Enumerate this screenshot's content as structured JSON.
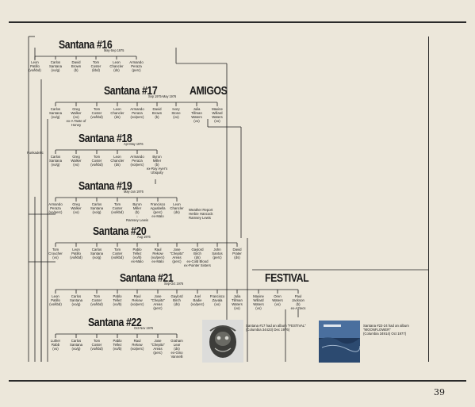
{
  "page_number": "39",
  "line_up_16": {
    "title": "Santana #16",
    "date": "May-Sep 1975",
    "members": [
      [
        "Leon",
        "Patillo",
        "(vo/kbd)"
      ],
      [
        "Carlos",
        "Santana",
        "(vo/g)"
      ],
      [
        "David",
        "Brown",
        "(b)"
      ],
      [
        "Tom",
        "Coster",
        "(kbd)"
      ],
      [
        "Leon",
        "Chancler",
        "(ds)"
      ],
      [
        "Armando",
        "Peraza",
        "(perc)"
      ]
    ]
  },
  "line_up_17": {
    "title": "Santana #17",
    "date": "Sep 1975-May 1976",
    "side_title": "AMIGOS",
    "members": [
      [
        "Carlos",
        "Santana",
        "(vo/g)"
      ],
      [
        "Greg",
        "Walker",
        "(vo)",
        "ex-A Taste of",
        "Honey"
      ],
      [
        "Tom",
        "Coster",
        "(vo/kbd)"
      ],
      [
        "Leon",
        "Chancler",
        "(ds)"
      ],
      [
        "Armando",
        "Peraza",
        "(vo/perc)"
      ],
      [
        "David",
        "Brown",
        "(b)"
      ],
      [
        "Ivory",
        "Stone",
        "(vo)"
      ],
      [
        "Julia",
        "Tillman",
        "Waters",
        "(vo)"
      ],
      [
        "Maxine",
        "Willard",
        "Waters",
        "(vo)"
      ]
    ]
  },
  "side_label": "Funkadelic",
  "line_up_18": {
    "title": "Santana #18",
    "date": "Apr-May 1976",
    "members": [
      [
        "Carlos",
        "Santana",
        "(vo/g)"
      ],
      [
        "Greg",
        "Walker",
        "(vo)"
      ],
      [
        "Tom",
        "Coster",
        "(vo/kbd)"
      ],
      [
        "Leon",
        "Chancler",
        "(ds)"
      ],
      [
        "Armando",
        "Peraza",
        "(vo/perc)"
      ],
      [
        "Byron",
        "Miller",
        "(b)",
        "ex-Roy Ayer's",
        "Ubiquity"
      ]
    ]
  },
  "line_up_19": {
    "title": "Santana #19",
    "date": "May-Jun 1976",
    "members": [
      [
        "Armando",
        "Peraza",
        "(vo/perc)"
      ],
      [
        "Greg",
        "Walker",
        "(vo)"
      ],
      [
        "Carlos",
        "Santana",
        "(vo/g)"
      ],
      [
        "Tom",
        "Coster",
        "(vo/kbd)"
      ],
      [
        "Byron",
        "Miller",
        "(b)",
        "↓",
        "Ramsey Lewis"
      ],
      [
        "Francisco",
        "Aguabella",
        "(perc)",
        "ex-Malo"
      ],
      [
        "Leon",
        "Chancler",
        "(ds)"
      ]
    ],
    "note": [
      "Weather Report",
      "Herbie Hancock",
      "Ramsey Lewis"
    ]
  },
  "line_up_20": {
    "title": "Santana #20",
    "date": "Aug 1976",
    "members": [
      [
        "Tom",
        "Croucher",
        "(vo)"
      ],
      [
        "Leon",
        "Patillo",
        "(vo/kbd)"
      ],
      [
        "Carlos",
        "Santana",
        "(vo/g)"
      ],
      [
        "Tom",
        "Coster",
        "(vo/kbd)"
      ],
      [
        "Pablo",
        "Tellez",
        "(vo/b)",
        "ex-Malo"
      ],
      [
        "Raul",
        "Rekow",
        "(vo/perc)",
        "ex-Malo"
      ],
      [
        "Jose",
        "\"Chepito\"",
        "Areas",
        "(perc)"
      ],
      [
        "Gaylord",
        "Birch",
        "(ds)",
        "ex-Cold Blood",
        "ex-Pointer Sisters"
      ],
      [
        "John",
        "Santos",
        "(perc)"
      ],
      [
        "David",
        "Prater",
        "(ds)"
      ]
    ]
  },
  "line_up_21": {
    "title": "Santana #21",
    "date": "Sep-Oct 1976",
    "side_title": "FESTIVAL",
    "members": [
      [
        "Leon",
        "Patillo",
        "(vo/kbd)"
      ],
      [
        "Carlos",
        "Santana",
        "(vo/g)"
      ],
      [
        "Tom",
        "Coster",
        "(vo/kbd)"
      ],
      [
        "Pablo",
        "Tellez",
        "(vo/b)"
      ],
      [
        "Raul",
        "Rekow",
        "(vo/perc)"
      ],
      [
        "Jose",
        "\"Chepito\"",
        "Areas",
        "(perc)"
      ],
      [
        "Gaylord",
        "Birch",
        "(ds)"
      ],
      [
        "Joel",
        "Badie",
        "(vo/perc)"
      ],
      [
        "Francisco",
        "Zavala",
        "(vo)"
      ],
      [
        "Julia",
        "Tillman",
        "Waters",
        "(vo)"
      ],
      [
        "Maxine",
        "Willard",
        "Waters",
        "(vo)"
      ],
      [
        "Oren",
        "Waters",
        "(vo)"
      ],
      [
        "Paul",
        "Jackson",
        "(b)",
        "ex-Aztecs"
      ]
    ]
  },
  "line_up_22": {
    "title": "Santana #22",
    "date": "Oct-Nov 1976",
    "members": [
      [
        "Luther",
        "Rabb",
        "(vo)"
      ],
      [
        "Carlos",
        "Santana",
        "(vo/g)"
      ],
      [
        "Tom",
        "Coster",
        "(vo/kbd)"
      ],
      [
        "Pablo",
        "Tellez",
        "(vo/b)"
      ],
      [
        "Raul",
        "Rekow",
        "(vo/perc)"
      ],
      [
        "Jose",
        "\"Chepito\"",
        "Areas",
        "(perc)"
      ],
      [
        "Graham",
        "Lear",
        "(ds)",
        "ex-Gino",
        "Vannelli"
      ]
    ]
  },
  "album_notes": {
    "festival": [
      "Santana #17 had an album \"FESTIVAL\"",
      "(Columbia 34423) Dec 1976)"
    ],
    "moonflower": [
      "Santana #22-24 had an album",
      "\"MOONFLOWER\"",
      "(Columbia 34914) Oct 1977)"
    ]
  },
  "colors": {
    "paper": "#ece7da",
    "ink": "#1a1a1a",
    "album_blue": "#2f4e78"
  }
}
